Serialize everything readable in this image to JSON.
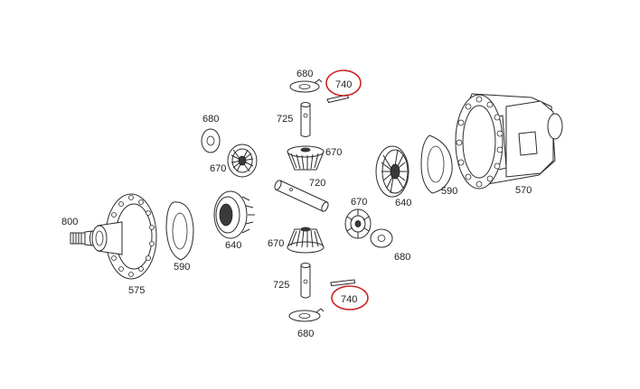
{
  "colors": {
    "highlight": "#cc2222",
    "line": "#2a2a2a"
  },
  "labels": {
    "p680_top": "680",
    "p740_top": "740",
    "p725_top": "725",
    "p670_top": "670",
    "p680_left": "680",
    "p670_left": "670",
    "p720": "720",
    "p670_right": "670",
    "p640_right": "640",
    "p590_right": "590",
    "p570": "570",
    "p800": "800",
    "p575": "575",
    "p590_left": "590",
    "p640_left": "640",
    "p670_bottom": "670",
    "p680_right": "680",
    "p725_bottom": "725",
    "p740_bottom": "740",
    "p680_bottom": "680"
  }
}
